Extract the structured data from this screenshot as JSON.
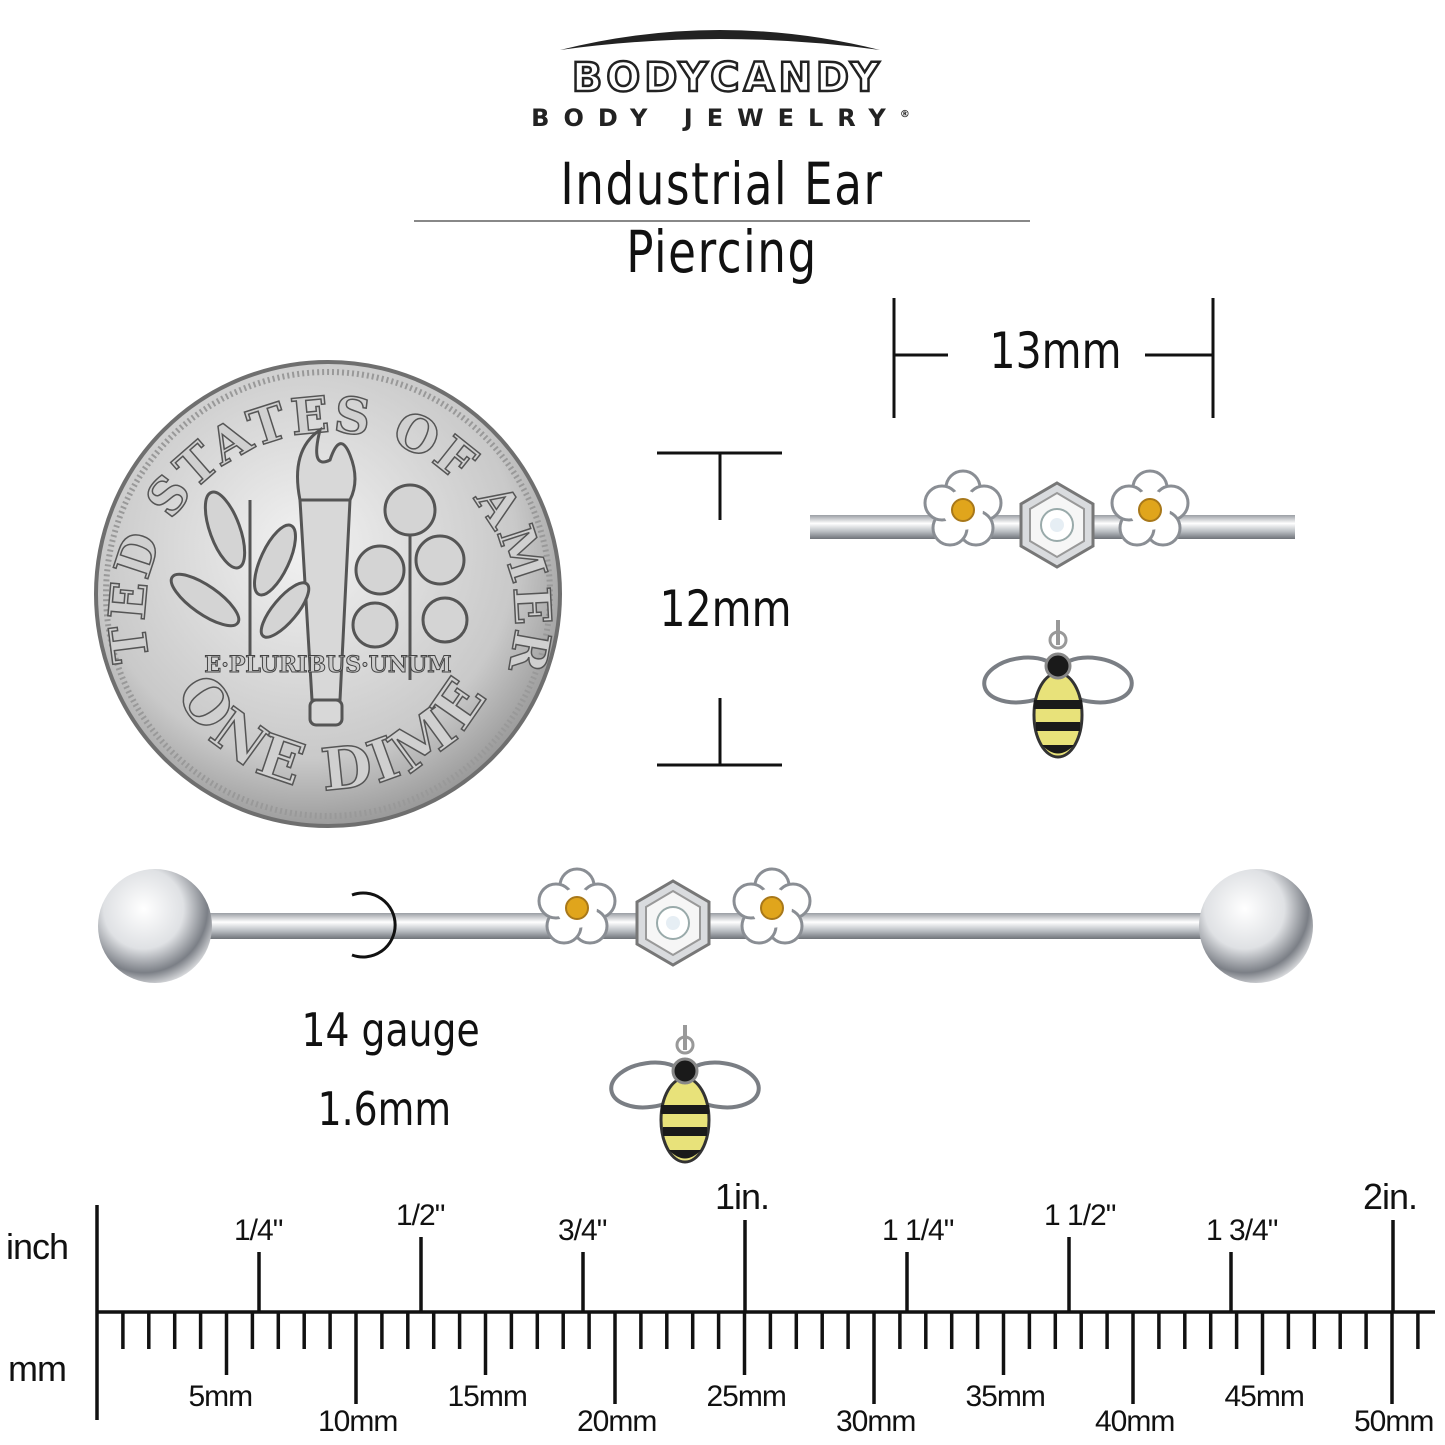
{
  "brand": {
    "logo_text": "BODYCANDY",
    "subtitle": "BODY JEWELRY",
    "registered_mark": "®"
  },
  "title": "Industrial Ear Piercing",
  "coin": {
    "top_inscription": "UNITED STATES OF AMERICA",
    "motto": "E·PLURIBUS·UNUM",
    "denomination": "ONE DIME"
  },
  "dimensions": {
    "width_label": "13mm",
    "height_label": "12mm",
    "gauge_label": "14 gauge",
    "gauge_mm_label": "1.6mm"
  },
  "colors": {
    "ink": "#111111",
    "silver": "#c9ccd0",
    "enamel_white": "#ffffff",
    "gem_yellow": "#e0a51c",
    "bee_yellow": "#e8e27a",
    "bee_black": "#1a1a1a"
  },
  "ruler": {
    "inch_label": "inch",
    "mm_label": "mm",
    "inch_ticks": [
      {
        "value": 0.25,
        "label": "1/4\""
      },
      {
        "value": 0.5,
        "label": "1/2\""
      },
      {
        "value": 0.75,
        "label": "3/4\""
      },
      {
        "value": 1,
        "label": "1in."
      },
      {
        "value": 1.25,
        "label": "1 1/4\""
      },
      {
        "value": 1.5,
        "label": "1 1/2\""
      },
      {
        "value": 1.75,
        "label": "1 3/4\""
      },
      {
        "value": 2,
        "label": "2in."
      }
    ],
    "mm_labels": [
      {
        "value": 5,
        "label": "5mm"
      },
      {
        "value": 10,
        "label": "10mm"
      },
      {
        "value": 15,
        "label": "15mm"
      },
      {
        "value": 20,
        "label": "20mm"
      },
      {
        "value": 25,
        "label": "25mm"
      },
      {
        "value": 30,
        "label": "30mm"
      },
      {
        "value": 35,
        "label": "35mm"
      },
      {
        "value": 40,
        "label": "40mm"
      },
      {
        "value": 45,
        "label": "45mm"
      },
      {
        "value": 50,
        "label": "50mm"
      }
    ],
    "max_mm": 51
  }
}
